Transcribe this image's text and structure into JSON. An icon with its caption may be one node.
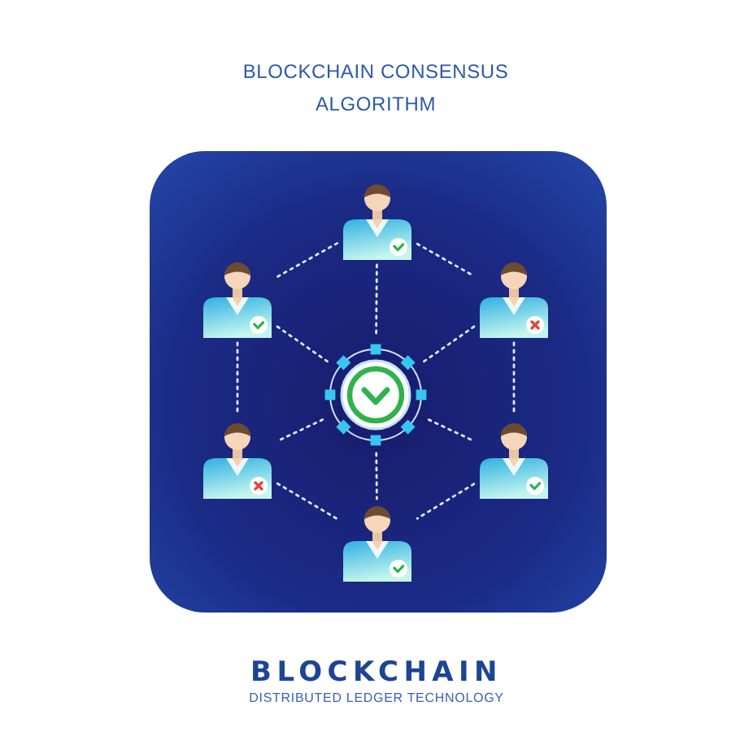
{
  "diagram": {
    "title": "BLOCKCHAIN CONSENSUS ALGORITHM",
    "nodes": [
      {
        "text": [],
        "shape": "person"
      },
      {
        "text": [],
        "shape": "person"
      },
      {
        "text": [],
        "shape": "person"
      },
      {
        "text": [],
        "shape": "circle"
      },
      {
        "text": [],
        "shape": "person"
      },
      {
        "text": [],
        "shape": "person"
      },
      {
        "text": [],
        "shape": "person"
      }
    ],
    "edges": [
      {
        "from": 0,
        "to": 1,
        "arrow": "none",
        "style": "dashed"
      },
      {
        "from": 0,
        "to": 2,
        "arrow": "none",
        "style": "dashed"
      },
      {
        "from": 0,
        "to": 3,
        "arrow": "none",
        "style": "dashed"
      },
      {
        "from": 1,
        "to": 3,
        "arrow": "none",
        "style": "dashed"
      },
      {
        "from": 2,
        "to": 3,
        "arrow": "none",
        "style": "dashed"
      },
      {
        "from": 1,
        "to": 4,
        "arrow": "none",
        "style": "dashed"
      },
      {
        "from": 2,
        "to": 5,
        "arrow": "none",
        "style": "dashed"
      },
      {
        "from": 3,
        "to": 4,
        "arrow": "none",
        "style": "dashed"
      },
      {
        "from": 3,
        "to": 5,
        "arrow": "none",
        "style": "dashed"
      },
      {
        "from": 4,
        "to": 6,
        "arrow": "none",
        "style": "dashed"
      },
      {
        "from": 5,
        "to": 6,
        "arrow": "none",
        "style": "dashed"
      },
      {
        "from": 3,
        "to": 6,
        "arrow": "none",
        "style": "dashed"
      }
    ],
    "labels": [
      "BLOCKCHAIN",
      "DISTRIBUTED LEDGER TECHNOLOGY"
    ]
  }
}
